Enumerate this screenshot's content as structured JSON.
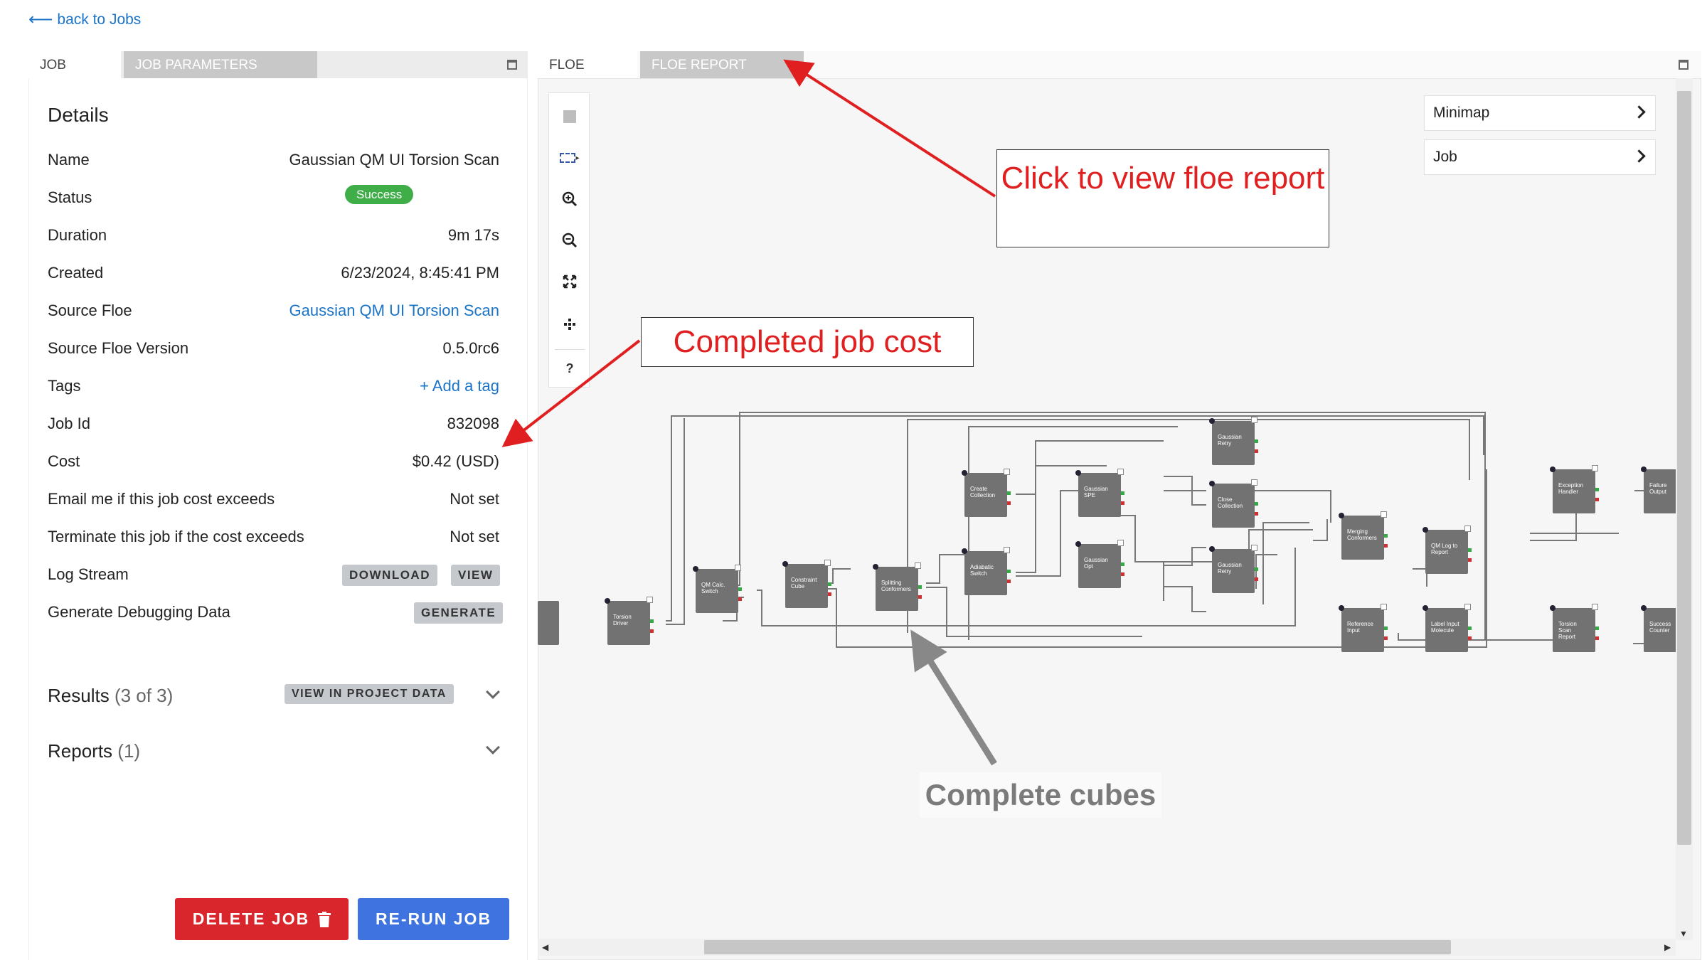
{
  "nav": {
    "back_label": "back to Jobs"
  },
  "left_tabs": [
    "JOB",
    "JOB PARAMETERS"
  ],
  "details": {
    "title": "Details",
    "rows": [
      {
        "label": "Name",
        "value": "Gaussian QM UI Torsion Scan"
      },
      {
        "label": "Status",
        "value": "Success"
      },
      {
        "label": "Duration",
        "value": "9m 17s"
      },
      {
        "label": "Created",
        "value": "6/23/2024, 8:45:41 PM"
      },
      {
        "label": "Source Floe",
        "value": "Gaussian QM UI Torsion Scan"
      },
      {
        "label": "Source Floe Version",
        "value": "0.5.0rc6"
      },
      {
        "label": "Tags",
        "value": "+ Add a tag"
      },
      {
        "label": "Job Id",
        "value": "832098"
      },
      {
        "label": "Cost",
        "value": "$0.42 (USD)"
      },
      {
        "label": "Email me if this job cost exceeds",
        "value": "Not set"
      },
      {
        "label": "Terminate this job if the cost exceeds",
        "value": "Not set"
      },
      {
        "label": "Log Stream",
        "buttons": [
          "DOWNLOAD",
          "VIEW"
        ]
      },
      {
        "label": "Generate Debugging Data",
        "buttons": [
          "GENERATE"
        ]
      }
    ]
  },
  "results": {
    "title": "Results",
    "count": "(3 of 3)",
    "button": "VIEW IN PROJECT DATA"
  },
  "reports": {
    "title": "Reports",
    "count": "(1)"
  },
  "actions": {
    "delete_label": "DELETE JOB",
    "rerun_label": "RE-RUN JOB"
  },
  "right_tabs": [
    "FLOE",
    "FLOE REPORT"
  ],
  "toolbar_icons": [
    "stop-icon",
    "marquee-select-icon",
    "zoom-in-icon",
    "zoom-out-icon",
    "fit-screen-icon",
    "auto-layout-icon",
    "help-icon"
  ],
  "toolbar_help_glyph": "?",
  "side_panels": {
    "minimap_label": "Minimap",
    "job_label": "Job"
  },
  "annotations": {
    "floe_report_note": "Click to view floe report",
    "cost_note": "Completed job cost",
    "cubes_note": "Complete cubes"
  },
  "cubes": [
    {
      "id": "torsion-driver",
      "lines": [
        "Torsion",
        "Driver"
      ]
    },
    {
      "id": "qm-calc-switch",
      "lines": [
        "QM Calc.",
        "Switch"
      ]
    },
    {
      "id": "constraint-cube",
      "lines": [
        "Constraint",
        "Cube"
      ]
    },
    {
      "id": "splitting-conformers",
      "lines": [
        "Splitting",
        "Conformers"
      ]
    },
    {
      "id": "create-collection",
      "lines": [
        "Create",
        "Collection"
      ]
    },
    {
      "id": "adiabatic-switch",
      "lines": [
        "Adiabatic",
        "Switch"
      ]
    },
    {
      "id": "gaussian-spe",
      "lines": [
        "Gaussian",
        "SPE"
      ]
    },
    {
      "id": "gaussian-opt",
      "lines": [
        "Gaussian",
        "Opt"
      ]
    },
    {
      "id": "gaussian-retry-1",
      "lines": [
        "Gaussian",
        "Retry"
      ]
    },
    {
      "id": "close-collection",
      "lines": [
        "Close",
        "Collection"
      ]
    },
    {
      "id": "gaussian-retry-2",
      "lines": [
        "Gaussian",
        "Retry"
      ]
    },
    {
      "id": "merging-conformers",
      "lines": [
        "Merging",
        "Conformers"
      ]
    },
    {
      "id": "qm-log-to-report",
      "lines": [
        "QM Log to",
        "Report"
      ]
    },
    {
      "id": "reference-input",
      "lines": [
        "Reference",
        "Input"
      ]
    },
    {
      "id": "label-input-molecule",
      "lines": [
        "Label Input",
        "Molecule"
      ]
    },
    {
      "id": "exception-handler",
      "lines": [
        "Exception",
        "Handler"
      ]
    },
    {
      "id": "torsion-scan-report",
      "lines": [
        "Torsion",
        "Scan",
        "Report"
      ]
    },
    {
      "id": "failure-output",
      "lines": [
        "Failure",
        "Output"
      ]
    },
    {
      "id": "success-counter",
      "lines": [
        "Success",
        "Counter"
      ]
    }
  ],
  "colors": {
    "accent": "#1b74c7",
    "success": "#3fae49",
    "danger": "#d9252c",
    "primary": "#3f73e0",
    "annotation": "#e02020",
    "cube": "#727272"
  }
}
